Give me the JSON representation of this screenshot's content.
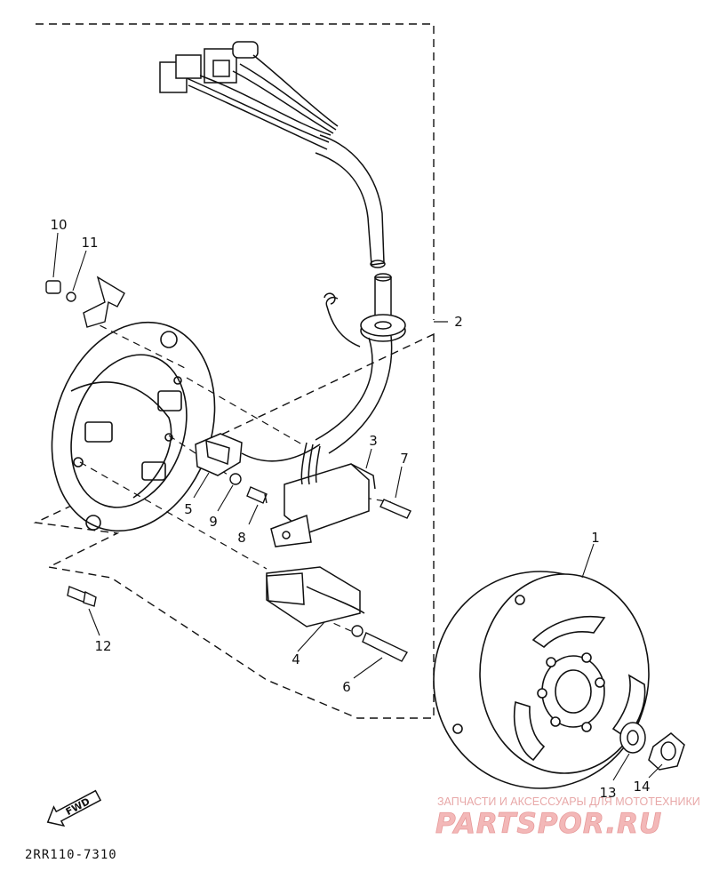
{
  "diagram": {
    "callouts": [
      "1",
      "2",
      "3",
      "4",
      "5",
      "6",
      "7",
      "8",
      "9",
      "10",
      "11",
      "12",
      "13",
      "14"
    ],
    "drawing_code": "2RR110-7310",
    "fwd_label": "FWD"
  },
  "watermark": {
    "tagline": "ЗАПЧАСТИ И АКСЕССУАРЫ ДЛЯ МОТОТЕХНИКИ",
    "logo_text": "PARTSPOR.RU",
    "color": "#f3b8b8"
  }
}
